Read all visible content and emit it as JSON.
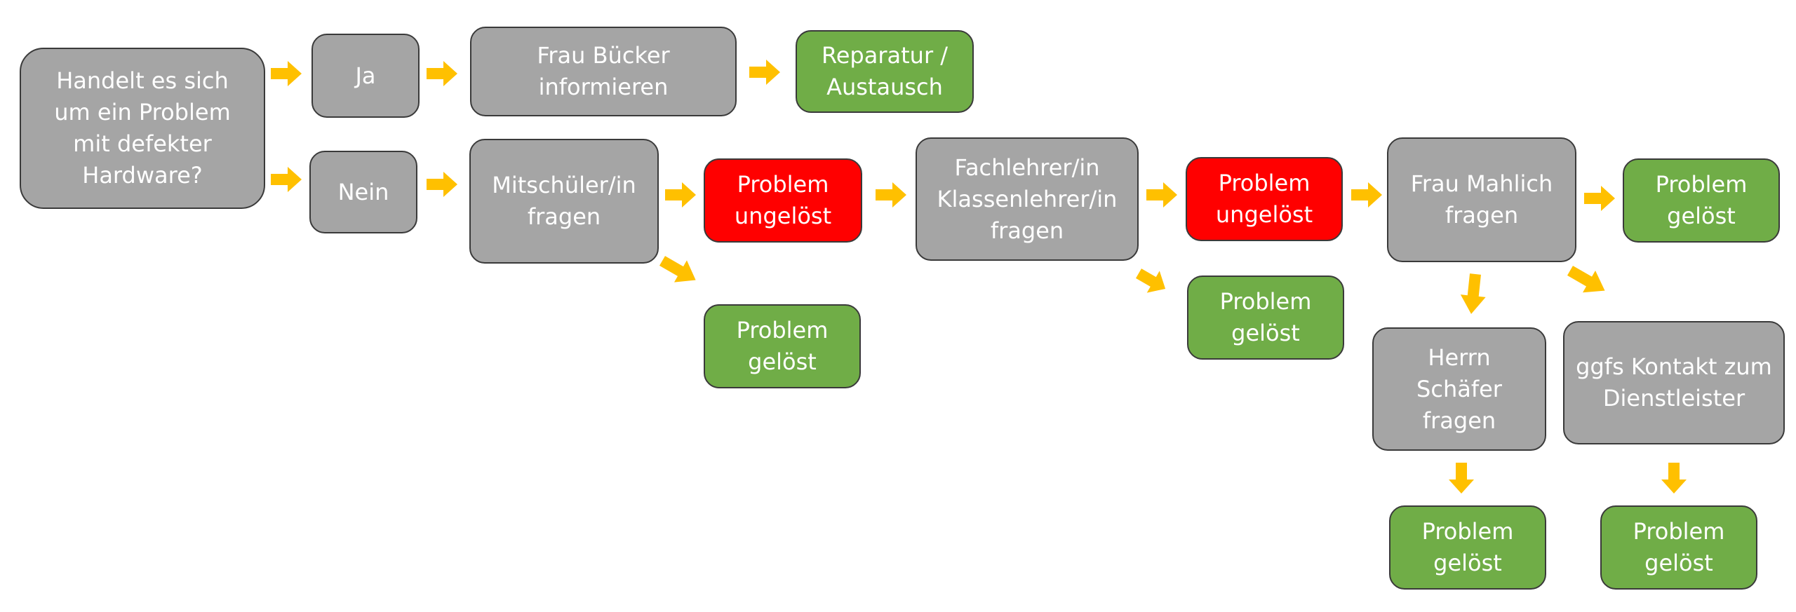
{
  "nodes": [
    {
      "id": "question",
      "text": "Handelt es sich\num ein Problem\nmit defekter\nHardware?",
      "color": "gray"
    },
    {
      "id": "ja",
      "text": "Ja",
      "color": "gray"
    },
    {
      "id": "nein",
      "text": "Nein",
      "color": "gray"
    },
    {
      "id": "frau-buecker",
      "text": "Frau Bücker\ninformieren",
      "color": "gray"
    },
    {
      "id": "reparatur",
      "text": "Reparatur /\nAustausch",
      "color": "green"
    },
    {
      "id": "mitschueler",
      "text": "Mitschüler/in\nfragen",
      "color": "gray"
    },
    {
      "id": "ungeloest-1",
      "text": "Problem\nungelöst",
      "color": "red"
    },
    {
      "id": "geloest-1",
      "text": "Problem\ngelöst",
      "color": "green"
    },
    {
      "id": "fachlehrer",
      "text": "Fachlehrer/in\nKlassenlehrer/in\nfragen",
      "color": "gray"
    },
    {
      "id": "ungeloest-2",
      "text": "Problem\nungelöst",
      "color": "red"
    },
    {
      "id": "geloest-2",
      "text": "Problem\ngelöst",
      "color": "green"
    },
    {
      "id": "frau-mahlich",
      "text": "Frau Mahlich\nfragen",
      "color": "gray"
    },
    {
      "id": "geloest-3",
      "text": "Problem\ngelöst",
      "color": "green"
    },
    {
      "id": "herrn-schaefer",
      "text": "Herrn\nSchäfer\nfragen",
      "color": "gray"
    },
    {
      "id": "dienstleister",
      "text": "ggfs Kontakt zum\nDienstleister",
      "color": "gray"
    },
    {
      "id": "geloest-4",
      "text": "Problem\ngelöst",
      "color": "green"
    },
    {
      "id": "geloest-5",
      "text": "Problem\ngelöst",
      "color": "green"
    }
  ],
  "edges": [
    {
      "from": "question",
      "to": "ja"
    },
    {
      "from": "question",
      "to": "nein"
    },
    {
      "from": "ja",
      "to": "frau-buecker"
    },
    {
      "from": "frau-buecker",
      "to": "reparatur"
    },
    {
      "from": "nein",
      "to": "mitschueler"
    },
    {
      "from": "mitschueler",
      "to": "ungeloest-1"
    },
    {
      "from": "mitschueler",
      "to": "geloest-1"
    },
    {
      "from": "ungeloest-1",
      "to": "fachlehrer"
    },
    {
      "from": "fachlehrer",
      "to": "ungeloest-2"
    },
    {
      "from": "fachlehrer",
      "to": "geloest-2"
    },
    {
      "from": "ungeloest-2",
      "to": "frau-mahlich"
    },
    {
      "from": "frau-mahlich",
      "to": "geloest-3"
    },
    {
      "from": "frau-mahlich",
      "to": "herrn-schaefer"
    },
    {
      "from": "frau-mahlich",
      "to": "dienstleister"
    },
    {
      "from": "herrn-schaefer",
      "to": "geloest-4"
    },
    {
      "from": "dienstleister",
      "to": "geloest-5"
    }
  ],
  "colors": {
    "gray": "#a5a5a5",
    "red": "#ff0000",
    "green": "#70ad47",
    "arrow": "#ffc000"
  }
}
